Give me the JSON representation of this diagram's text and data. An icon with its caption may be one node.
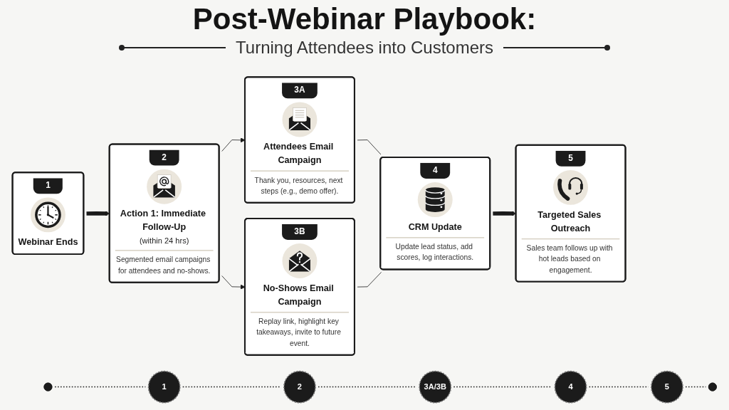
{
  "diagram": {
    "title": "Post-Webinar Playbook:",
    "nodes": [
      {
        "text": [
          "1",
          "Webinar Ends"
        ]
      },
      {
        "text": [
          "2",
          "Action 1: Immediate Follow-Up",
          "(within 24 hrs)",
          "Segmented email campaigns for attendees and no-shows."
        ]
      },
      {
        "text": [
          "3A",
          "Attendees Email Campaign",
          "Thank you, resources, next steps (e.g., demo offer)."
        ]
      },
      {
        "text": [
          "3B",
          "No-Shows Email Campaign",
          "Replay link, highlight key takeaways, invite to future event."
        ]
      },
      {
        "text": [
          "4",
          "CRM Update",
          "Update lead status, add scores, log interactions."
        ]
      },
      {
        "text": [
          "5",
          "Targeted Sales Outreach",
          "Sales team follows up with hot leads based on engagement."
        ]
      },
      {
        "text": [],
        "shape": "circle"
      },
      {
        "text": [
          "1"
        ]
      },
      {
        "text": [
          "2"
        ]
      },
      {
        "text": [
          "3A/3B"
        ]
      },
      {
        "text": [
          "4"
        ]
      },
      {
        "text": [
          "5"
        ]
      },
      {
        "text": [],
        "shape": "circle"
      }
    ],
    "edges": [
      {
        "from": 0,
        "to": 1,
        "arrow": "to",
        "style": "thick"
      },
      {
        "from": 1,
        "to": 2,
        "arrow": "to"
      },
      {
        "from": 1,
        "to": 3,
        "arrow": "to"
      },
      {
        "from": 2,
        "to": 4,
        "arrow": "none"
      },
      {
        "from": 3,
        "to": 4,
        "arrow": "none"
      },
      {
        "from": 4,
        "to": 5,
        "arrow": "to",
        "style": "thick"
      },
      {
        "from": 6,
        "to": 7,
        "arrow": "none",
        "style": "dashed"
      },
      {
        "from": 7,
        "to": 8,
        "arrow": "none",
        "style": "dashed"
      },
      {
        "from": 8,
        "to": 9,
        "arrow": "none",
        "style": "dashed"
      },
      {
        "from": 9,
        "to": 10,
        "arrow": "none",
        "style": "dashed"
      },
      {
        "from": 10,
        "to": 11,
        "arrow": "none",
        "style": "dashed"
      },
      {
        "from": 11,
        "to": 12,
        "arrow": "none",
        "style": "dashed"
      }
    ],
    "labels": [
      "Turning Attendees into Customers"
    ]
  }
}
